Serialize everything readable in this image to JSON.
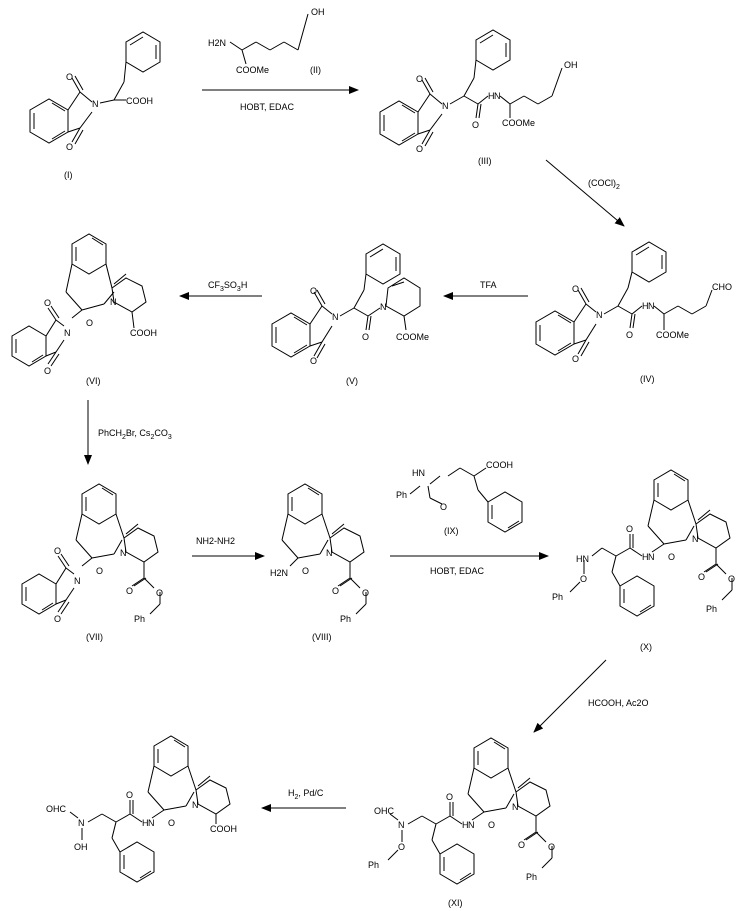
{
  "title": "Synthesis scheme",
  "compounds": {
    "c1": "(I)",
    "c2": "(II)",
    "c3": "(III)",
    "c4": "(IV)",
    "c5": "(V)",
    "c6": "(VI)",
    "c7": "(VII)",
    "c8": "(VIII)",
    "c9": "(IX)",
    "c10": "(X)",
    "c11": "(XI)"
  },
  "reagents": {
    "r1": "HOBT, EDAC",
    "r2": "(COCl)",
    "r2_sub": "2",
    "r3": "TFA",
    "r4_a": "CF",
    "r4_b": "3",
    "r4_c": "SO",
    "r4_d": "3",
    "r4_e": "H",
    "r5_a": "PhCH",
    "r5_b": "2",
    "r5_c": "Br, Cs",
    "r5_d": "2",
    "r5_e": "CO",
    "r5_f": "3",
    "r6": "NH2-NH2",
    "r7": "HOBT, EDAC",
    "r8": "HCOOH, Ac2O",
    "r9_a": "H",
    "r9_b": "2",
    "r9_c": ", Pd/C"
  },
  "atoms": {
    "O": "O",
    "N": "N",
    "OH": "OH",
    "COOH": "COOH",
    "COOMe": "COOMe",
    "H2N": "H2N",
    "CHO": "CHO",
    "Ph": "Ph",
    "HN": "HN",
    "H2N_b": "H2N",
    "OHC": "OHC"
  }
}
